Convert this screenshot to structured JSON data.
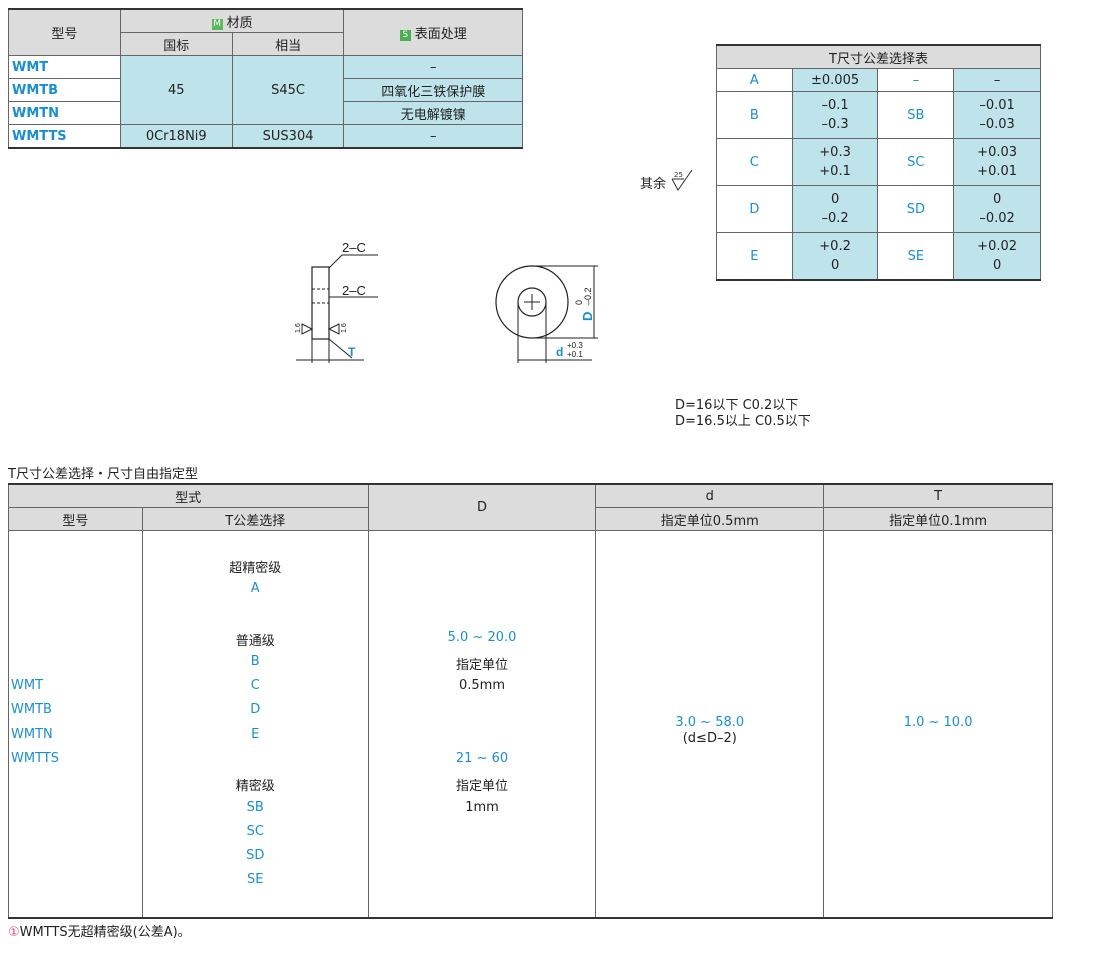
{
  "material_table": {
    "col_model": "型号",
    "col_material": "材质",
    "col_surface": "表面处理",
    "col_gb": "国标",
    "col_equiv": "相当",
    "icon_m": "M",
    "icon_s": "S",
    "rows": [
      {
        "model": "WMT",
        "gb": "45",
        "equiv": "S45C",
        "surface": "–"
      },
      {
        "model": "WMTB",
        "surface": "四氧化三铁保护膜"
      },
      {
        "model": "WMTN",
        "surface": "无电解镀镍"
      },
      {
        "model": "WMTTS",
        "gb": "0Cr18Ni9",
        "equiv": "SUS304",
        "surface": "–"
      }
    ]
  },
  "tolerance_table": {
    "title": "T尺寸公差选择表",
    "rows": [
      {
        "k1": "A",
        "v1": [
          "±0.005"
        ],
        "k2": "–",
        "v2": [
          "–"
        ]
      },
      {
        "k1": "B",
        "v1": [
          "–0.1",
          "–0.3"
        ],
        "k2": "SB",
        "v2": [
          "–0.01",
          "–0.03"
        ]
      },
      {
        "k1": "C",
        "v1": [
          "+0.3",
          "+0.1"
        ],
        "k2": "SC",
        "v2": [
          "+0.03",
          "+0.01"
        ]
      },
      {
        "k1": "D",
        "v1": [
          "0",
          "–0.2"
        ],
        "k2": "SD",
        "v2": [
          "0",
          "–0.02"
        ]
      },
      {
        "k1": "E",
        "v1": [
          "+0.2",
          "0"
        ],
        "k2": "SE",
        "v2": [
          "+0.02",
          "0"
        ]
      }
    ]
  },
  "drawing": {
    "other_label": "其余",
    "roughness_other": "25",
    "roughness_face": "1.6",
    "chamfer1": "2–C",
    "chamfer2": "2–C",
    "t_label": "T",
    "d_big_label": "D",
    "d_big_tol_upper": "0",
    "d_big_tol_lower": "–0.2",
    "d_small_label": "d",
    "d_small_tol_upper": "+0.3",
    "d_small_tol_lower": "+0.1"
  },
  "chamfer_notes": [
    "D=16以下  C0.2以下",
    "D=16.5以上  C0.5以下"
  ],
  "spec_table": {
    "caption": "T尺寸公差选择・尺寸自由指定型",
    "h_type": "型式",
    "h_model": "型号",
    "h_tsel": "T公差选择",
    "h_D": "D",
    "h_d": "d",
    "h_d_unit": "指定单位0.5mm",
    "h_T": "T",
    "h_T_unit": "指定单位0.1mm",
    "models": [
      "WMT",
      "WMTB",
      "WMTN",
      "WMTTS"
    ],
    "ultra_label": "超精密级",
    "ultra_items": [
      "A"
    ],
    "normal_label": "普通级",
    "normal_items": [
      "B",
      "C",
      "D",
      "E"
    ],
    "precise_label": "精密级",
    "precise_items": [
      "SB",
      "SC",
      "SD",
      "SE"
    ],
    "D_range1": "5.0 ~ 20.0",
    "D_unit_label1": "指定单位",
    "D_unit1": "0.5mm",
    "D_range2": "21 ~ 60",
    "D_unit_label2": "指定单位",
    "D_unit2": "1mm",
    "d_range": "3.0 ~ 58.0",
    "d_cond": "(d≤D–2)",
    "T_range": "1.0 ~ 10.0"
  },
  "footnote_icon": "①",
  "footnote": "WMTTS无超精密级(公差A)。"
}
